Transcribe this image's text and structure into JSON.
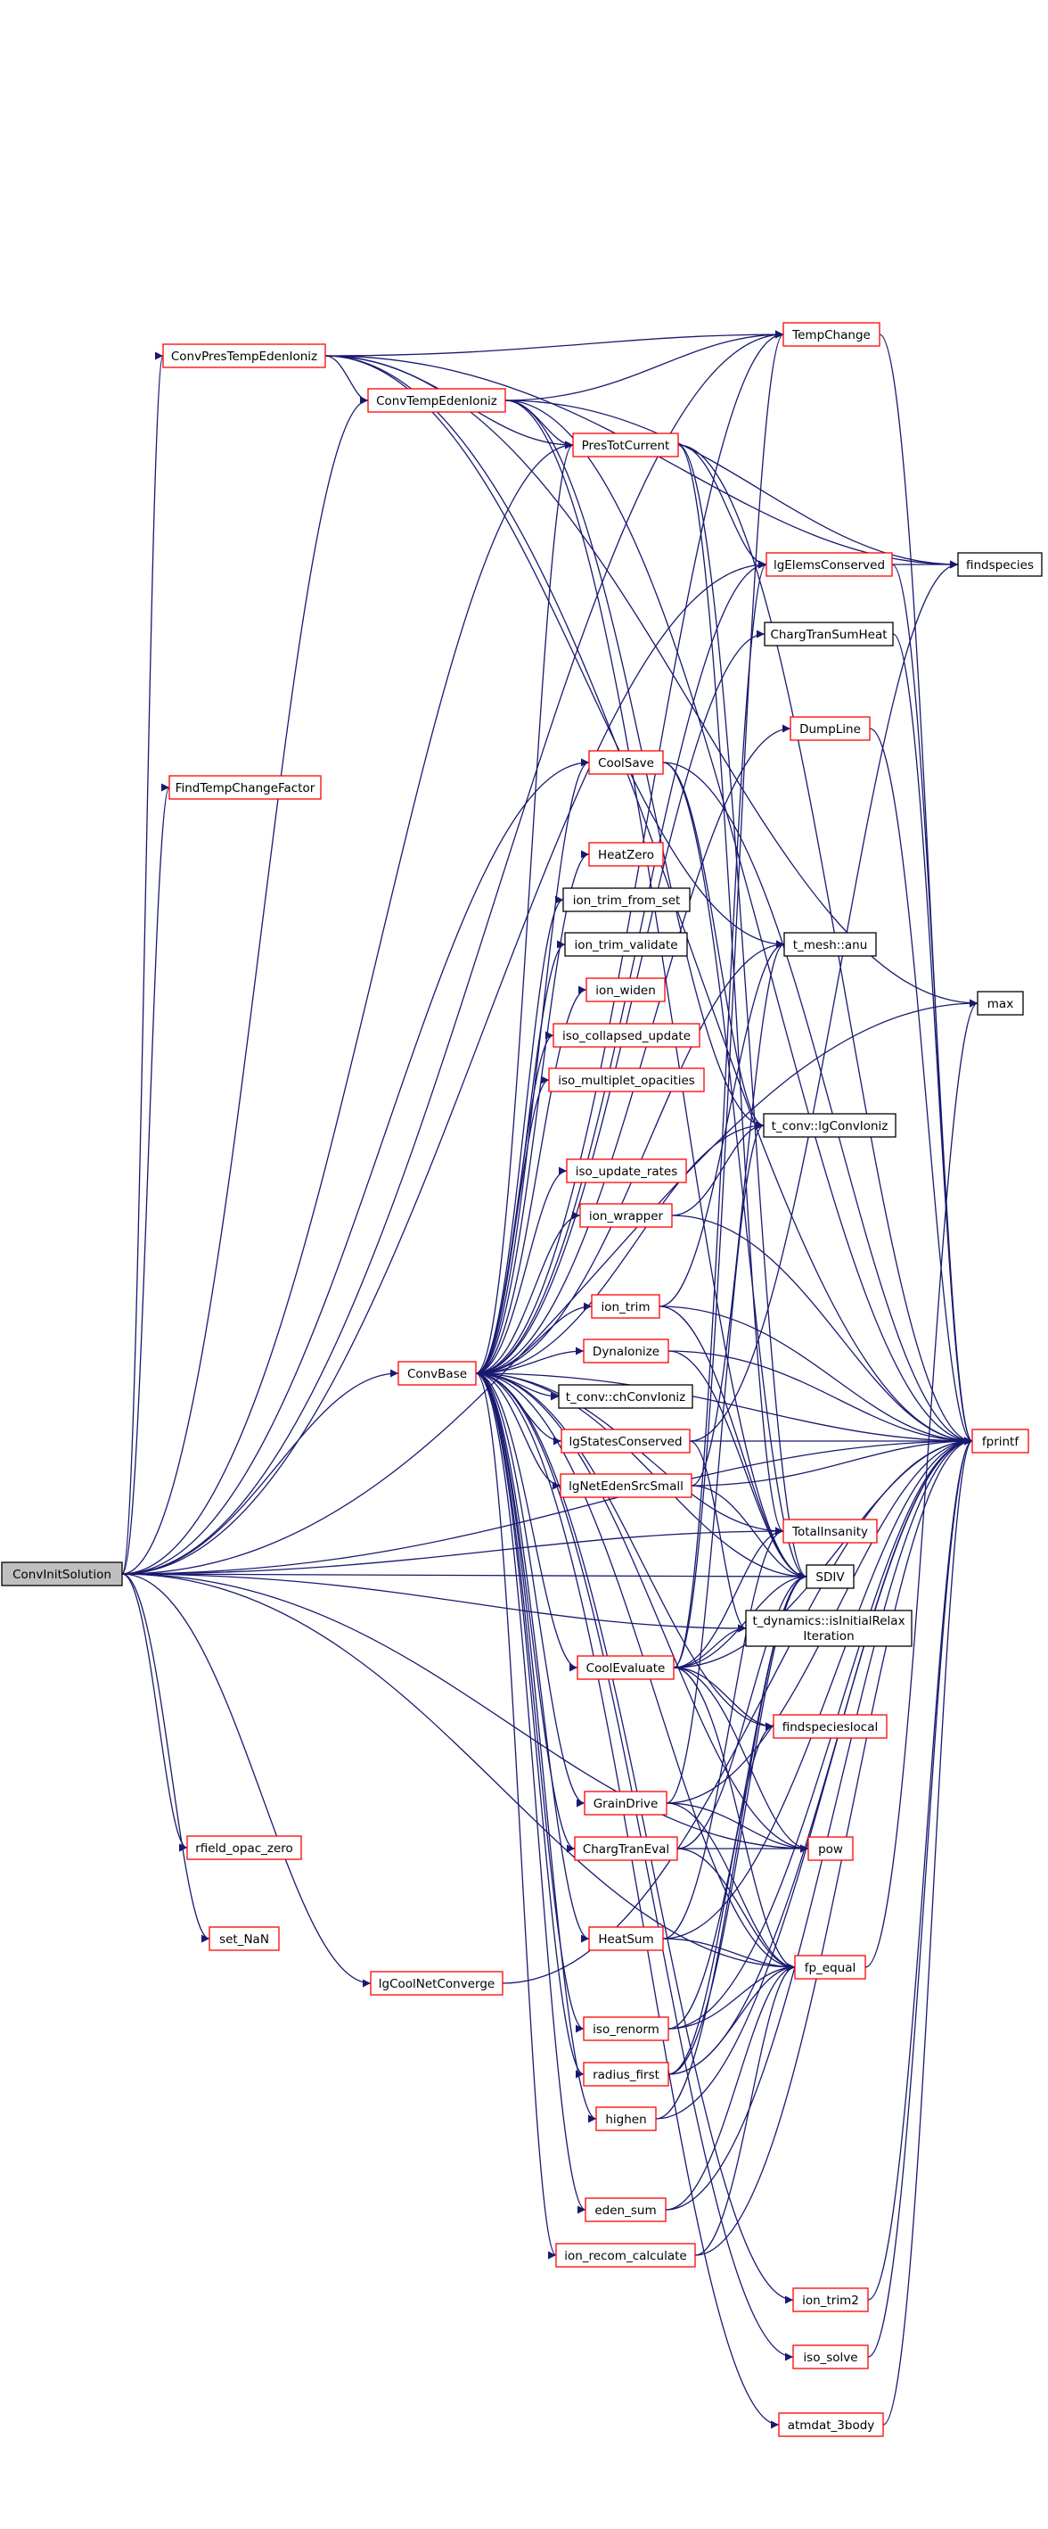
{
  "diagram": {
    "type": "call-graph",
    "colors": {
      "edge": "#191970",
      "root_fill": "#bfbfbf",
      "root_border": "#000000",
      "documented_border": "#ff0000",
      "undocumented_border": "#000000",
      "node_fill": "#ffffff"
    },
    "root": "ConvInitSolution",
    "nodes": [
      {
        "id": "ConvInitSolution",
        "label": "ConvInitSolution",
        "kind": "root"
      },
      {
        "id": "ConvPresTempEdenIoniz",
        "label": "ConvPresTempEdenIoniz",
        "kind": "red"
      },
      {
        "id": "ConvTempEdenIoniz",
        "label": "ConvTempEdenIoniz",
        "kind": "red"
      },
      {
        "id": "TempChange",
        "label": "TempChange",
        "kind": "red"
      },
      {
        "id": "PresTotCurrent",
        "label": "PresTotCurrent",
        "kind": "red"
      },
      {
        "id": "lgElemsConserved",
        "label": "lgElemsConserved",
        "kind": "red"
      },
      {
        "id": "findspecies",
        "label": "findspecies",
        "kind": "black"
      },
      {
        "id": "ChargTranSumHeat",
        "label": "ChargTranSumHeat",
        "kind": "black"
      },
      {
        "id": "FindTempChangeFactor",
        "label": "FindTempChangeFactor",
        "kind": "red"
      },
      {
        "id": "DumpLine",
        "label": "DumpLine",
        "kind": "red"
      },
      {
        "id": "CoolSave",
        "label": "CoolSave",
        "kind": "red"
      },
      {
        "id": "HeatZero",
        "label": "HeatZero",
        "kind": "red"
      },
      {
        "id": "ion_trim_from_set",
        "label": "ion_trim_from_set",
        "kind": "black"
      },
      {
        "id": "ion_trim_validate",
        "label": "ion_trim_validate",
        "kind": "black"
      },
      {
        "id": "t_mesh_anu",
        "label": "t_mesh::anu",
        "kind": "black"
      },
      {
        "id": "ion_widen",
        "label": "ion_widen",
        "kind": "red"
      },
      {
        "id": "max",
        "label": "max",
        "kind": "black"
      },
      {
        "id": "iso_collapsed_update",
        "label": "iso_collapsed_update",
        "kind": "red"
      },
      {
        "id": "iso_multiplet_opacities",
        "label": "iso_multiplet_opacities",
        "kind": "red"
      },
      {
        "id": "t_conv_lgConvIoniz",
        "label": "t_conv::lgConvIoniz",
        "kind": "black"
      },
      {
        "id": "iso_update_rates",
        "label": "iso_update_rates",
        "kind": "red"
      },
      {
        "id": "ion_wrapper",
        "label": "ion_wrapper",
        "kind": "red"
      },
      {
        "id": "ion_trim",
        "label": "ion_trim",
        "kind": "red"
      },
      {
        "id": "ConvBase",
        "label": "ConvBase",
        "kind": "red"
      },
      {
        "id": "DynaIonize",
        "label": "DynaIonize",
        "kind": "red"
      },
      {
        "id": "t_conv_chConvIoniz",
        "label": "t_conv::chConvIoniz",
        "kind": "black"
      },
      {
        "id": "fprintf",
        "label": "fprintf",
        "kind": "red"
      },
      {
        "id": "lgStatesConserved",
        "label": "lgStatesConserved",
        "kind": "red"
      },
      {
        "id": "lgNetEdenSrcSmall",
        "label": "lgNetEdenSrcSmall",
        "kind": "red"
      },
      {
        "id": "TotalInsanity",
        "label": "TotalInsanity",
        "kind": "red"
      },
      {
        "id": "SDIV",
        "label": "SDIV",
        "kind": "black"
      },
      {
        "id": "CoolEvaluate",
        "label": "CoolEvaluate",
        "kind": "red"
      },
      {
        "id": "t_dynamics_isInitialRelaxIteration",
        "label": "t_dynamics::isInitialRelax",
        "label2": "Iteration",
        "kind": "black"
      },
      {
        "id": "findspecieslocal",
        "label": "findspecieslocal",
        "kind": "red"
      },
      {
        "id": "GrainDrive",
        "label": "GrainDrive",
        "kind": "red"
      },
      {
        "id": "rfield_opac_zero",
        "label": "rfield_opac_zero",
        "kind": "red"
      },
      {
        "id": "ChargTranEval",
        "label": "ChargTranEval",
        "kind": "red"
      },
      {
        "id": "pow",
        "label": "pow",
        "kind": "red"
      },
      {
        "id": "set_NaN",
        "label": "set_NaN",
        "kind": "red"
      },
      {
        "id": "HeatSum",
        "label": "HeatSum",
        "kind": "red"
      },
      {
        "id": "lgCoolNetConverge",
        "label": "lgCoolNetConverge",
        "kind": "red"
      },
      {
        "id": "fp_equal",
        "label": "fp_equal",
        "kind": "red"
      },
      {
        "id": "iso_renorm",
        "label": "iso_renorm",
        "kind": "red"
      },
      {
        "id": "radius_first",
        "label": "radius_first",
        "kind": "red"
      },
      {
        "id": "highen",
        "label": "highen",
        "kind": "red"
      },
      {
        "id": "eden_sum",
        "label": "eden_sum",
        "kind": "red"
      },
      {
        "id": "ion_recom_calculate",
        "label": "ion_recom_calculate",
        "kind": "red"
      },
      {
        "id": "ion_trim2",
        "label": "ion_trim2",
        "kind": "red"
      },
      {
        "id": "iso_solve",
        "label": "iso_solve",
        "kind": "red"
      },
      {
        "id": "atmdat_3body",
        "label": "atmdat_3body",
        "kind": "red"
      }
    ],
    "edges": [
      [
        "ConvInitSolution",
        "ConvPresTempEdenIoniz"
      ],
      [
        "ConvInitSolution",
        "ConvTempEdenIoniz"
      ],
      [
        "ConvInitSolution",
        "TempChange"
      ],
      [
        "ConvInitSolution",
        "PresTotCurrent"
      ],
      [
        "ConvInitSolution",
        "lgElemsConserved"
      ],
      [
        "ConvInitSolution",
        "FindTempChangeFactor"
      ],
      [
        "ConvInitSolution",
        "CoolSave"
      ],
      [
        "ConvInitSolution",
        "ConvBase"
      ],
      [
        "ConvInitSolution",
        "SDIV"
      ],
      [
        "ConvInitSolution",
        "t_dynamics_isInitialRelaxIteration"
      ],
      [
        "ConvInitSolution",
        "TotalInsanity"
      ],
      [
        "ConvInitSolution",
        "fprintf"
      ],
      [
        "ConvInitSolution",
        "rfield_opac_zero"
      ],
      [
        "ConvInitSolution",
        "set_NaN"
      ],
      [
        "ConvInitSolution",
        "lgCoolNetConverge"
      ],
      [
        "ConvInitSolution",
        "pow"
      ],
      [
        "ConvInitSolution",
        "fp_equal"
      ],
      [
        "ConvInitSolution",
        "max"
      ],
      [
        "ConvPresTempEdenIoniz",
        "ConvTempEdenIoniz"
      ],
      [
        "ConvPresTempEdenIoniz",
        "TempChange"
      ],
      [
        "ConvPresTempEdenIoniz",
        "PresTotCurrent"
      ],
      [
        "ConvPresTempEdenIoniz",
        "findspecies"
      ],
      [
        "ConvPresTempEdenIoniz",
        "fprintf"
      ],
      [
        "ConvPresTempEdenIoniz",
        "t_mesh_anu"
      ],
      [
        "ConvPresTempEdenIoniz",
        "max"
      ],
      [
        "ConvTempEdenIoniz",
        "TempChange"
      ],
      [
        "ConvTempEdenIoniz",
        "PresTotCurrent"
      ],
      [
        "ConvTempEdenIoniz",
        "fprintf"
      ],
      [
        "ConvTempEdenIoniz",
        "t_conv_lgConvIoniz"
      ],
      [
        "ConvTempEdenIoniz",
        "SDIV"
      ],
      [
        "ConvTempEdenIoniz",
        "findspecies"
      ],
      [
        "PresTotCurrent",
        "lgElemsConserved"
      ],
      [
        "PresTotCurrent",
        "TotalInsanity"
      ],
      [
        "PresTotCurrent",
        "fprintf"
      ],
      [
        "PresTotCurrent",
        "SDIV"
      ],
      [
        "TempChange",
        "fprintf"
      ],
      [
        "lgElemsConserved",
        "findspecies"
      ],
      [
        "lgElemsConserved",
        "fprintf"
      ],
      [
        "ChargTranSumHeat",
        "fprintf"
      ],
      [
        "DumpLine",
        "fprintf"
      ],
      [
        "CoolSave",
        "t_conv_lgConvIoniz"
      ],
      [
        "CoolSave",
        "SDIV"
      ],
      [
        "CoolSave",
        "fprintf"
      ],
      [
        "ConvBase",
        "TempChange"
      ],
      [
        "ConvBase",
        "PresTotCurrent"
      ],
      [
        "ConvBase",
        "lgElemsConserved"
      ],
      [
        "ConvBase",
        "ChargTranSumHeat"
      ],
      [
        "ConvBase",
        "DumpLine"
      ],
      [
        "ConvBase",
        "CoolSave"
      ],
      [
        "ConvBase",
        "HeatZero"
      ],
      [
        "ConvBase",
        "ion_trim_from_set"
      ],
      [
        "ConvBase",
        "ion_trim_validate"
      ],
      [
        "ConvBase",
        "ion_widen"
      ],
      [
        "ConvBase",
        "iso_collapsed_update"
      ],
      [
        "ConvBase",
        "iso_multiplet_opacities"
      ],
      [
        "ConvBase",
        "t_conv_lgConvIoniz"
      ],
      [
        "ConvBase",
        "iso_update_rates"
      ],
      [
        "ConvBase",
        "ion_wrapper"
      ],
      [
        "ConvBase",
        "ion_trim"
      ],
      [
        "ConvBase",
        "DynaIonize"
      ],
      [
        "ConvBase",
        "t_conv_chConvIoniz"
      ],
      [
        "ConvBase",
        "lgStatesConserved"
      ],
      [
        "ConvBase",
        "lgNetEdenSrcSmall"
      ],
      [
        "ConvBase",
        "fprintf"
      ],
      [
        "ConvBase",
        "TotalInsanity"
      ],
      [
        "ConvBase",
        "SDIV"
      ],
      [
        "ConvBase",
        "CoolEvaluate"
      ],
      [
        "ConvBase",
        "findspecieslocal"
      ],
      [
        "ConvBase",
        "GrainDrive"
      ],
      [
        "ConvBase",
        "ChargTranEval"
      ],
      [
        "ConvBase",
        "HeatSum"
      ],
      [
        "ConvBase",
        "pow"
      ],
      [
        "ConvBase",
        "fp_equal"
      ],
      [
        "ConvBase",
        "iso_renorm"
      ],
      [
        "ConvBase",
        "radius_first"
      ],
      [
        "ConvBase",
        "highen"
      ],
      [
        "ConvBase",
        "eden_sum"
      ],
      [
        "ConvBase",
        "ion_recom_calculate"
      ],
      [
        "ConvBase",
        "ion_trim2"
      ],
      [
        "ConvBase",
        "iso_solve"
      ],
      [
        "ConvBase",
        "atmdat_3body"
      ],
      [
        "ConvBase",
        "t_mesh_anu"
      ],
      [
        "ion_wrapper",
        "t_conv_lgConvIoniz"
      ],
      [
        "ion_wrapper",
        "fprintf"
      ],
      [
        "ion_trim",
        "t_mesh_anu"
      ],
      [
        "ion_trim",
        "fprintf"
      ],
      [
        "ion_trim",
        "SDIV"
      ],
      [
        "DynaIonize",
        "fprintf"
      ],
      [
        "DynaIonize",
        "SDIV"
      ],
      [
        "lgStatesConserved",
        "findspecies"
      ],
      [
        "lgStatesConserved",
        "fprintf"
      ],
      [
        "lgStatesConserved",
        "t_dynamics_isInitialRelaxIteration"
      ],
      [
        "lgNetEdenSrcSmall",
        "t_mesh_anu"
      ],
      [
        "lgNetEdenSrcSmall",
        "fprintf"
      ],
      [
        "lgNetEdenSrcSmall",
        "SDIV"
      ],
      [
        "CoolEvaluate",
        "TempChange"
      ],
      [
        "CoolEvaluate",
        "lgElemsConserved"
      ],
      [
        "CoolEvaluate",
        "TotalInsanity"
      ],
      [
        "CoolEvaluate",
        "SDIV"
      ],
      [
        "CoolEvaluate",
        "t_dynamics_isInitialRelaxIteration"
      ],
      [
        "CoolEvaluate",
        "findspecieslocal"
      ],
      [
        "CoolEvaluate",
        "pow"
      ],
      [
        "CoolEvaluate",
        "fp_equal"
      ],
      [
        "CoolEvaluate",
        "fprintf"
      ],
      [
        "GrainDrive",
        "t_conv_lgConvIoniz"
      ],
      [
        "GrainDrive",
        "pow"
      ],
      [
        "GrainDrive",
        "fp_equal"
      ],
      [
        "GrainDrive",
        "fprintf"
      ],
      [
        "ChargTranEval",
        "SDIV"
      ],
      [
        "ChargTranEval",
        "pow"
      ],
      [
        "ChargTranEval",
        "fp_equal"
      ],
      [
        "HeatSum",
        "TotalInsanity"
      ],
      [
        "HeatSum",
        "fp_equal"
      ],
      [
        "HeatSum",
        "fprintf"
      ],
      [
        "fp_equal",
        "max"
      ],
      [
        "iso_renorm",
        "SDIV"
      ],
      [
        "iso_renorm",
        "fp_equal"
      ],
      [
        "iso_renorm",
        "fprintf"
      ],
      [
        "radius_first",
        "SDIV"
      ],
      [
        "radius_first",
        "fp_equal"
      ],
      [
        "radius_first",
        "fprintf"
      ],
      [
        "radius_first",
        "findspecieslocal"
      ],
      [
        "highen",
        "SDIV"
      ],
      [
        "highen",
        "fprintf"
      ],
      [
        "eden_sum",
        "fp_equal"
      ],
      [
        "eden_sum",
        "fprintf"
      ],
      [
        "ion_recom_calculate",
        "fp_equal"
      ],
      [
        "ion_recom_calculate",
        "fprintf"
      ],
      [
        "ion_trim2",
        "fprintf"
      ],
      [
        "iso_solve",
        "fprintf"
      ],
      [
        "atmdat_3body",
        "fprintf"
      ],
      [
        "lgCoolNetConverge",
        "fprintf"
      ]
    ]
  }
}
